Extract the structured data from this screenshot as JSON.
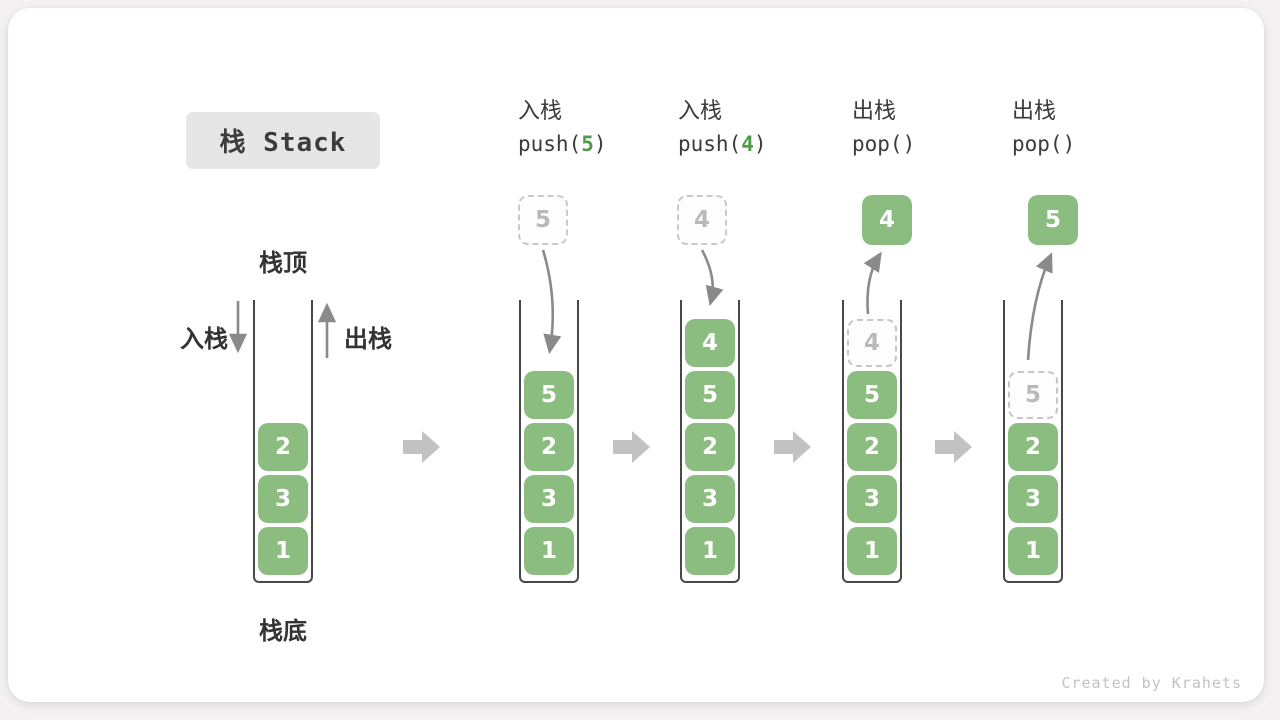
{
  "title": "栈 Stack",
  "credit": "Created by Krahets",
  "stack_labels": {
    "top": "栈顶",
    "bottom": "栈底",
    "push_side": "入栈",
    "pop_side": "出栈"
  },
  "colors": {
    "box_green": "#8cbd80",
    "code_arg_green": "#4e9b47",
    "arrow_gray": "#8a8a8a",
    "block_arrow_gray": "#c2c2c2",
    "ghost_gray": "#b9b9b9"
  },
  "icons": {
    "flow": "block-arrow-right-icon",
    "push": "arrow-down-icon",
    "pop": "arrow-up-icon"
  },
  "columns": [
    {
      "id": "initial",
      "items": [
        "1",
        "3",
        "2"
      ]
    },
    {
      "id": "push-5",
      "op": "入栈",
      "code_pre": "push(",
      "code_arg": "5",
      "code_post": ")",
      "floating": {
        "value": "5",
        "style": "dashed"
      },
      "items": [
        "1",
        "3",
        "2",
        "5"
      ]
    },
    {
      "id": "push-4",
      "op": "入栈",
      "code_pre": "push(",
      "code_arg": "4",
      "code_post": ")",
      "floating": {
        "value": "4",
        "style": "dashed"
      },
      "items": [
        "1",
        "3",
        "2",
        "5",
        "4"
      ]
    },
    {
      "id": "pop-4",
      "op": "出栈",
      "code_pre": "pop(",
      "code_arg": "",
      "code_post": ")",
      "floating": {
        "value": "4",
        "style": "solid"
      },
      "items": [
        "1",
        "3",
        "2",
        "5"
      ],
      "ghost": "4"
    },
    {
      "id": "pop-5",
      "op": "出栈",
      "code_pre": "pop(",
      "code_arg": "",
      "code_post": ")",
      "floating": {
        "value": "5",
        "style": "solid"
      },
      "items": [
        "1",
        "3",
        "2"
      ],
      "ghost": "5"
    }
  ]
}
